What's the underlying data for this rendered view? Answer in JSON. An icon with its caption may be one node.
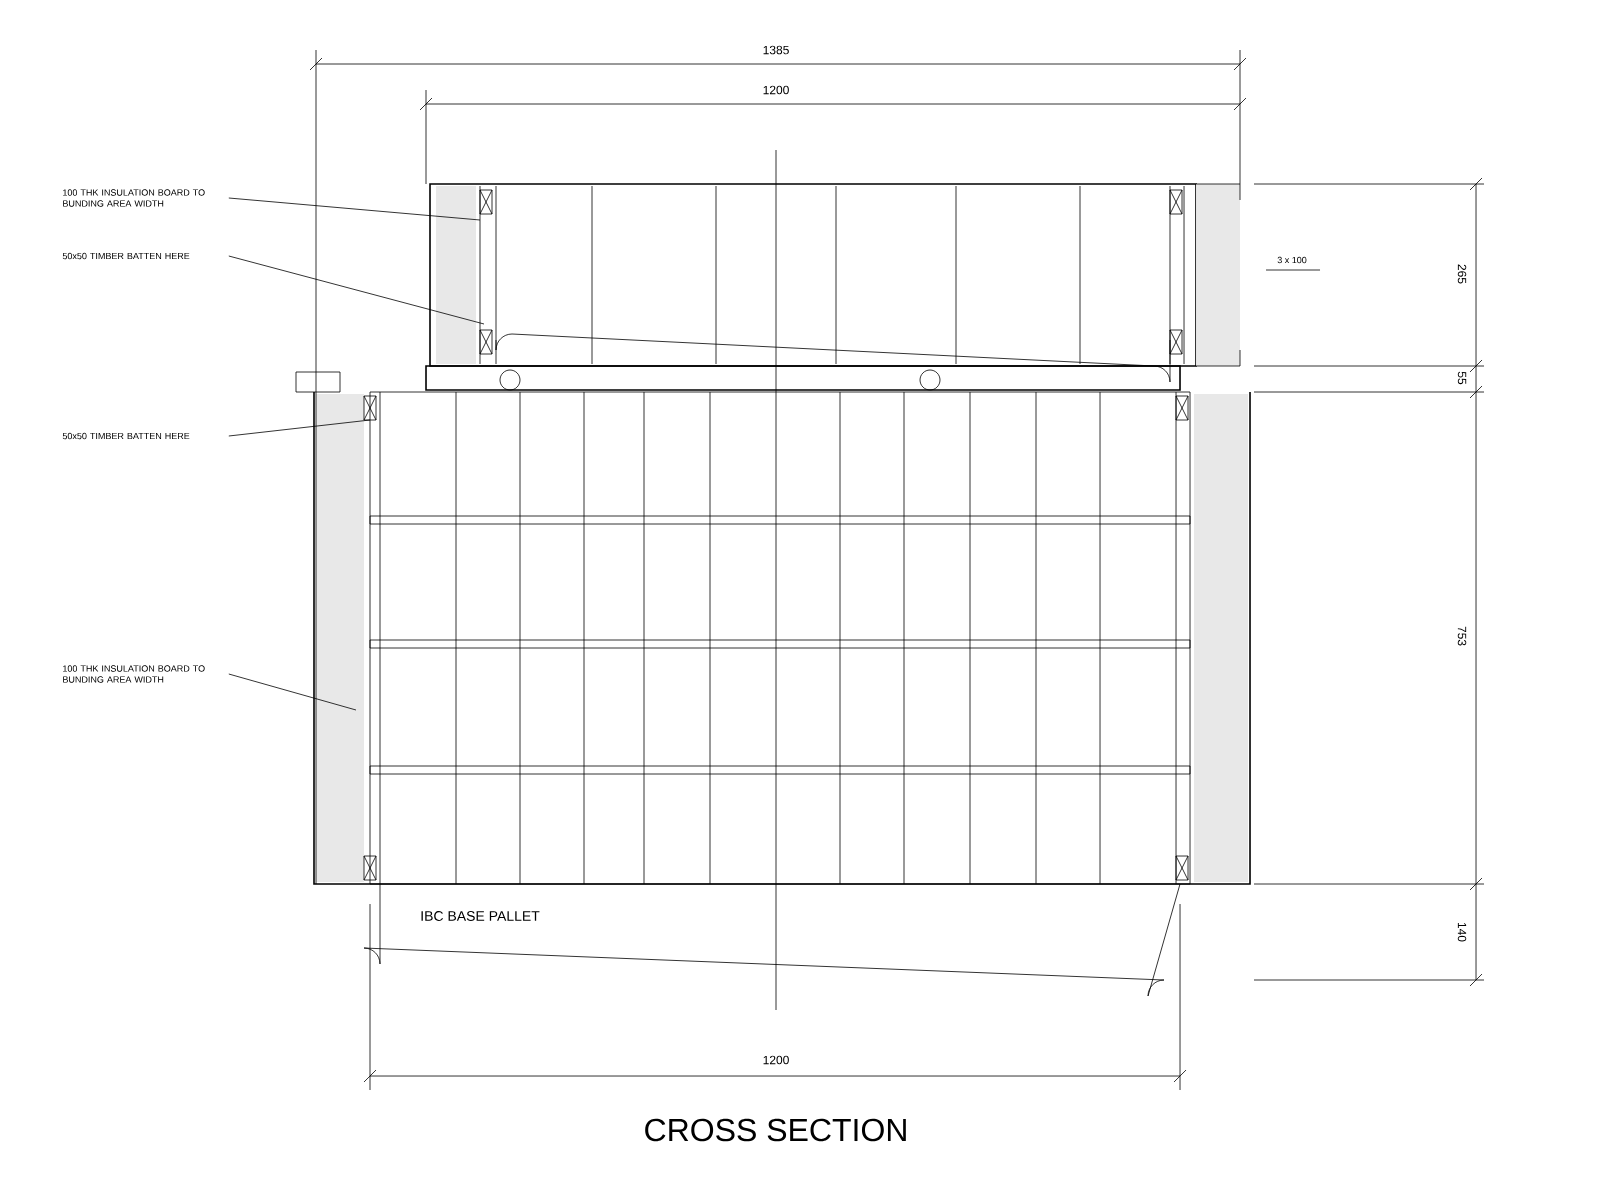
{
  "diagram": {
    "title": "CROSS SECTION",
    "nodes": [
      {
        "text": [
          "100 THK INSULATION BOARD TO BUNDING AREA WIDTH"
        ]
      },
      {
        "text": [
          "50x50 TIMBER BATTEN HERE"
        ]
      },
      {
        "text": [
          "50x50 TIMBER BATTEN HERE"
        ]
      },
      {
        "text": [
          "100 THK INSULATION BOARD TO BUNDING AREA WIDTH"
        ]
      }
    ],
    "edges": [
      {
        "from": 0,
        "to": null,
        "arrow": "none"
      },
      {
        "from": 1,
        "to": null,
        "arrow": "none"
      },
      {
        "from": 2,
        "to": null,
        "arrow": "none"
      },
      {
        "from": 3,
        "to": null,
        "arrow": "none"
      }
    ],
    "labels": [
      "1385",
      "1200",
      "3 x 100",
      "265",
      "55",
      "753",
      "IBC BASE PALLET",
      "140",
      "1200"
    ]
  }
}
